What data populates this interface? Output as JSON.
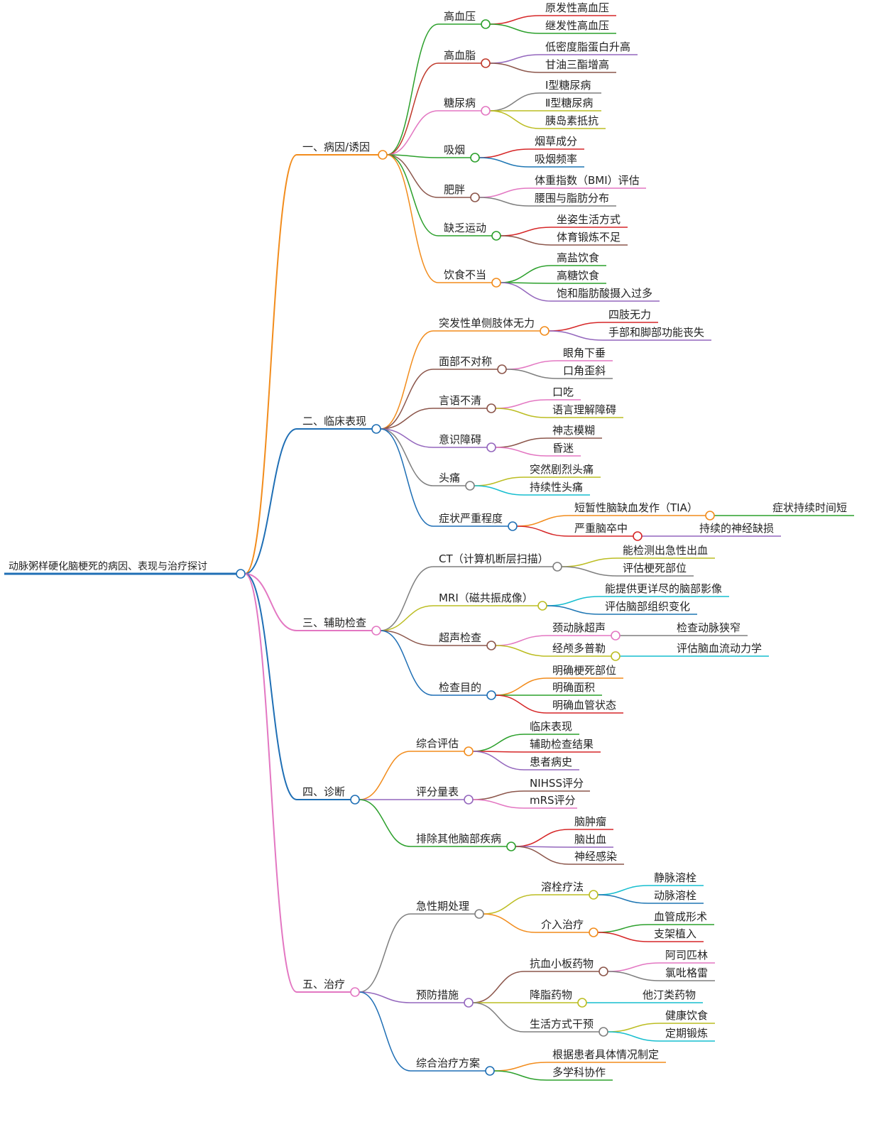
{
  "root": {
    "label": "动脉粥样硬化脑梗死的病因、表现与治疗探讨",
    "color": "#1f6fb5"
  },
  "branches": [
    {
      "label": "一、病因/诱因",
      "color": "#f28c1c",
      "children": [
        {
          "label": "高血压",
          "color": "#2ca02c",
          "children": [
            {
              "label": "原发性高血压",
              "color": "#d62728"
            },
            {
              "label": "继发性高血压",
              "color": "#2ca02c"
            }
          ]
        },
        {
          "label": "高血脂",
          "color": "#c0392b",
          "children": [
            {
              "label": "低密度脂蛋白升高",
              "color": "#9467bd"
            },
            {
              "label": "甘油三酯增高",
              "color": "#8c564b"
            }
          ]
        },
        {
          "label": "糖尿病",
          "color": "#e377c2",
          "children": [
            {
              "label": "Ⅰ型糖尿病",
              "color": "#7f7f7f"
            },
            {
              "label": "Ⅱ型糖尿病",
              "color": "#bcbd22"
            },
            {
              "label": "胰岛素抵抗",
              "color": "#bcbd22"
            }
          ]
        },
        {
          "label": "吸烟",
          "color": "#2ca02c",
          "children": [
            {
              "label": "烟草成分",
              "color": "#d62728"
            },
            {
              "label": "吸烟频率",
              "color": "#1f77b4"
            }
          ]
        },
        {
          "label": "肥胖",
          "color": "#8c564b",
          "children": [
            {
              "label": "体重指数（BMI）评估",
              "color": "#e377c2"
            },
            {
              "label": "腰围与脂肪分布",
              "color": "#7f7f7f"
            }
          ]
        },
        {
          "label": "缺乏运动",
          "color": "#2ca02c",
          "children": [
            {
              "label": "坐姿生活方式",
              "color": "#d62728"
            },
            {
              "label": "体育锻炼不足",
              "color": "#8c564b"
            }
          ]
        },
        {
          "label": "饮食不当",
          "color": "#f28c1c",
          "children": [
            {
              "label": "高盐饮食",
              "color": "#2ca02c"
            },
            {
              "label": "高糖饮食",
              "color": "#2ca02c"
            },
            {
              "label": "饱和脂肪酸摄入过多",
              "color": "#9467bd"
            }
          ]
        }
      ]
    },
    {
      "label": "二、临床表现",
      "color": "#1f6fb5",
      "children": [
        {
          "label": "突发性单侧肢体无力",
          "color": "#f28c1c",
          "children": [
            {
              "label": "四肢无力",
              "color": "#d62728"
            },
            {
              "label": "手部和脚部功能丧失",
              "color": "#9467bd"
            }
          ]
        },
        {
          "label": "面部不对称",
          "color": "#8c564b",
          "children": [
            {
              "label": "眼角下垂",
              "color": "#e377c2"
            },
            {
              "label": "口角歪斜",
              "color": "#7f7f7f"
            }
          ]
        },
        {
          "label": "言语不清",
          "color": "#8c564b",
          "children": [
            {
              "label": "口吃",
              "color": "#e377c2"
            },
            {
              "label": "语言理解障碍",
              "color": "#bcbd22"
            }
          ]
        },
        {
          "label": "意识障碍",
          "color": "#9467bd",
          "children": [
            {
              "label": "神志模糊",
              "color": "#8c564b"
            },
            {
              "label": "昏迷",
              "color": "#e377c2"
            }
          ]
        },
        {
          "label": "头痛",
          "color": "#7f7f7f",
          "children": [
            {
              "label": "突然剧烈头痛",
              "color": "#bcbd22"
            },
            {
              "label": "持续性头痛",
              "color": "#17becf"
            }
          ]
        },
        {
          "label": "症状严重程度",
          "color": "#1f6fb5",
          "children": [
            {
              "label": "短暂性脑缺血发作（TIA）",
              "color": "#f28c1c",
              "children": [
                {
                  "label": "症状持续时间短",
                  "color": "#2ca02c"
                }
              ]
            },
            {
              "label": "严重脑卒中",
              "color": "#d62728",
              "children": [
                {
                  "label": "持续的神经缺损",
                  "color": "#9467bd"
                }
              ]
            }
          ]
        }
      ]
    },
    {
      "label": "三、辅助检查",
      "color": "#e377c2",
      "children": [
        {
          "label": "CT（计算机断层扫描）",
          "color": "#7f7f7f",
          "children": [
            {
              "label": "能检测出急性出血",
              "color": "#bcbd22"
            },
            {
              "label": "评估梗死部位",
              "color": "#7f7f7f"
            }
          ]
        },
        {
          "label": "MRI（磁共振成像）",
          "color": "#bcbd22",
          "children": [
            {
              "label": "能提供更详尽的脑部影像",
              "color": "#17becf"
            },
            {
              "label": "评估脑部组织变化",
              "color": "#1f77b4"
            }
          ]
        },
        {
          "label": "超声检查",
          "color": "#8c564b",
          "children": [
            {
              "label": "颈动脉超声",
              "color": "#e377c2",
              "children": [
                {
                  "label": "检查动脉狭窄",
                  "color": "#7f7f7f"
                }
              ]
            },
            {
              "label": "经颅多普勒",
              "color": "#bcbd22",
              "children": [
                {
                  "label": "评估脑血流动力学",
                  "color": "#17becf"
                }
              ]
            }
          ]
        },
        {
          "label": "检查目的",
          "color": "#1f6fb5",
          "children": [
            {
              "label": "明确梗死部位",
              "color": "#f28c1c"
            },
            {
              "label": "明确面积",
              "color": "#2ca02c"
            },
            {
              "label": "明确血管状态",
              "color": "#d62728"
            }
          ]
        }
      ]
    },
    {
      "label": "四、诊断",
      "color": "#1f6fb5",
      "children": [
        {
          "label": "综合评估",
          "color": "#f28c1c",
          "children": [
            {
              "label": "临床表现",
              "color": "#2ca02c"
            },
            {
              "label": "辅助检查结果",
              "color": "#d62728"
            },
            {
              "label": "患者病史",
              "color": "#9467bd"
            }
          ]
        },
        {
          "label": "评分量表",
          "color": "#9467bd",
          "children": [
            {
              "label": "NIHSS评分",
              "color": "#8c564b"
            },
            {
              "label": "mRS评分",
              "color": "#e377c2"
            }
          ]
        },
        {
          "label": "排除其他脑部疾病",
          "color": "#2ca02c",
          "children": [
            {
              "label": "脑肿瘤",
              "color": "#d62728"
            },
            {
              "label": "脑出血",
              "color": "#9467bd"
            },
            {
              "label": "神经感染",
              "color": "#8c564b"
            }
          ]
        }
      ]
    },
    {
      "label": "五、治疗",
      "color": "#e377c2",
      "children": [
        {
          "label": "急性期处理",
          "color": "#7f7f7f",
          "children": [
            {
              "label": "溶栓疗法",
              "color": "#bcbd22",
              "children": [
                {
                  "label": "静脉溶栓",
                  "color": "#17becf"
                },
                {
                  "label": "动脉溶栓",
                  "color": "#1f77b4"
                }
              ]
            },
            {
              "label": "介入治疗",
              "color": "#f28c1c",
              "children": [
                {
                  "label": "血管成形术",
                  "color": "#2ca02c"
                },
                {
                  "label": "支架植入",
                  "color": "#d62728"
                }
              ]
            }
          ]
        },
        {
          "label": "预防措施",
          "color": "#9467bd",
          "children": [
            {
              "label": "抗血小板药物",
              "color": "#8c564b",
              "children": [
                {
                  "label": "阿司匹林",
                  "color": "#e377c2"
                },
                {
                  "label": "氯吡格雷",
                  "color": "#7f7f7f"
                }
              ]
            },
            {
              "label": "降脂药物",
              "color": "#bcbd22",
              "children": [
                {
                  "label": "他汀类药物",
                  "color": "#17becf"
                }
              ]
            },
            {
              "label": "生活方式干预",
              "color": "#7f7f7f",
              "children": [
                {
                  "label": "健康饮食",
                  "color": "#bcbd22"
                },
                {
                  "label": "定期锻炼",
                  "color": "#17becf"
                }
              ]
            }
          ]
        },
        {
          "label": "综合治疗方案",
          "color": "#1f6fb5",
          "children": [
            {
              "label": "根据患者具体情况制定",
              "color": "#f28c1c"
            },
            {
              "label": "多学科协作",
              "color": "#2ca02c"
            }
          ]
        }
      ]
    }
  ]
}
